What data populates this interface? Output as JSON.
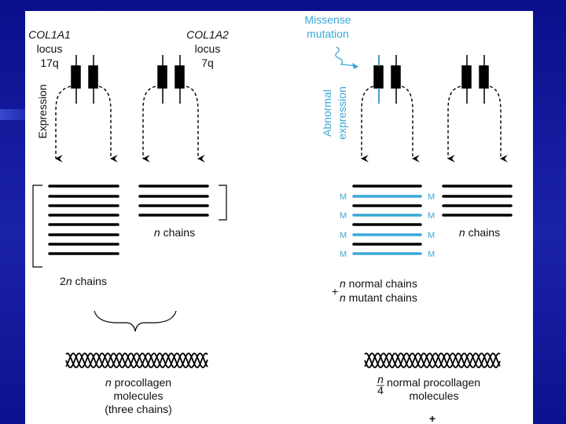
{
  "left": {
    "col1a1": {
      "gene": "COL1A1",
      "locus": "locus",
      "chrom": "17q"
    },
    "col1a2": {
      "gene": "COL1A2",
      "locus": "locus",
      "chrom": "7q"
    },
    "expression": "Expression",
    "chains_2n_prefix": "2",
    "chains_2n_n": "n",
    "chains_2n_suffix": " chains",
    "chains_n_n": "n",
    "chains_n_suffix": " chains",
    "result_n": "n",
    "result_line1": " procollagen",
    "result_line2": "molecules",
    "result_line3": "(three chains)"
  },
  "right": {
    "missense_line1": "Missense",
    "missense_line2": "mutation",
    "abnormal_line1": "Abnormal",
    "abnormal_line2": "expression",
    "mutant_marker": "M",
    "chains_n_n": "n",
    "chains_n_suffix": " chains",
    "plus_small": "+",
    "normal_n": "n",
    "normal_suffix": " normal chains",
    "mutant_n": "n",
    "mutant_suffix": " mutant chains",
    "frac_num": "n",
    "frac_den": "4",
    "result_line1": "normal procollagen",
    "result_line2": "molecules",
    "plus_big": "+"
  },
  "colors": {
    "mutant_chain": "#3aa8d6",
    "chain": "#000000",
    "background": "#0a0f8c"
  }
}
